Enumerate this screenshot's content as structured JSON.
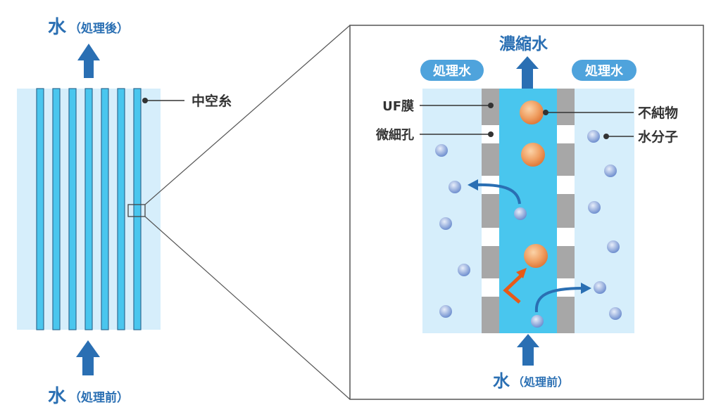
{
  "left": {
    "top_water": "水",
    "top_water_note": "（処理後）",
    "bottom_water": "水",
    "bottom_water_note": "（処理前）",
    "fiber_label": "中空糸"
  },
  "detail": {
    "concentrate": "濃縮水",
    "treated_left": "処理水",
    "treated_right": "処理水",
    "membrane_label": "UF膜",
    "pore_label": "微細孔",
    "impurity_label": "不純物",
    "molecule_label": "水分子",
    "bottom_water": "水",
    "bottom_water_note": "（処理前）"
  },
  "colors": {
    "water_bg": "#d6eefb",
    "fiber": "#49c6ee",
    "arrow": "#2a6fb3",
    "membrane": "#a7a7a7",
    "impurity": "#ef9a5a",
    "molecule": "#8aa6d8",
    "block_arrow": "#e85a17"
  }
}
